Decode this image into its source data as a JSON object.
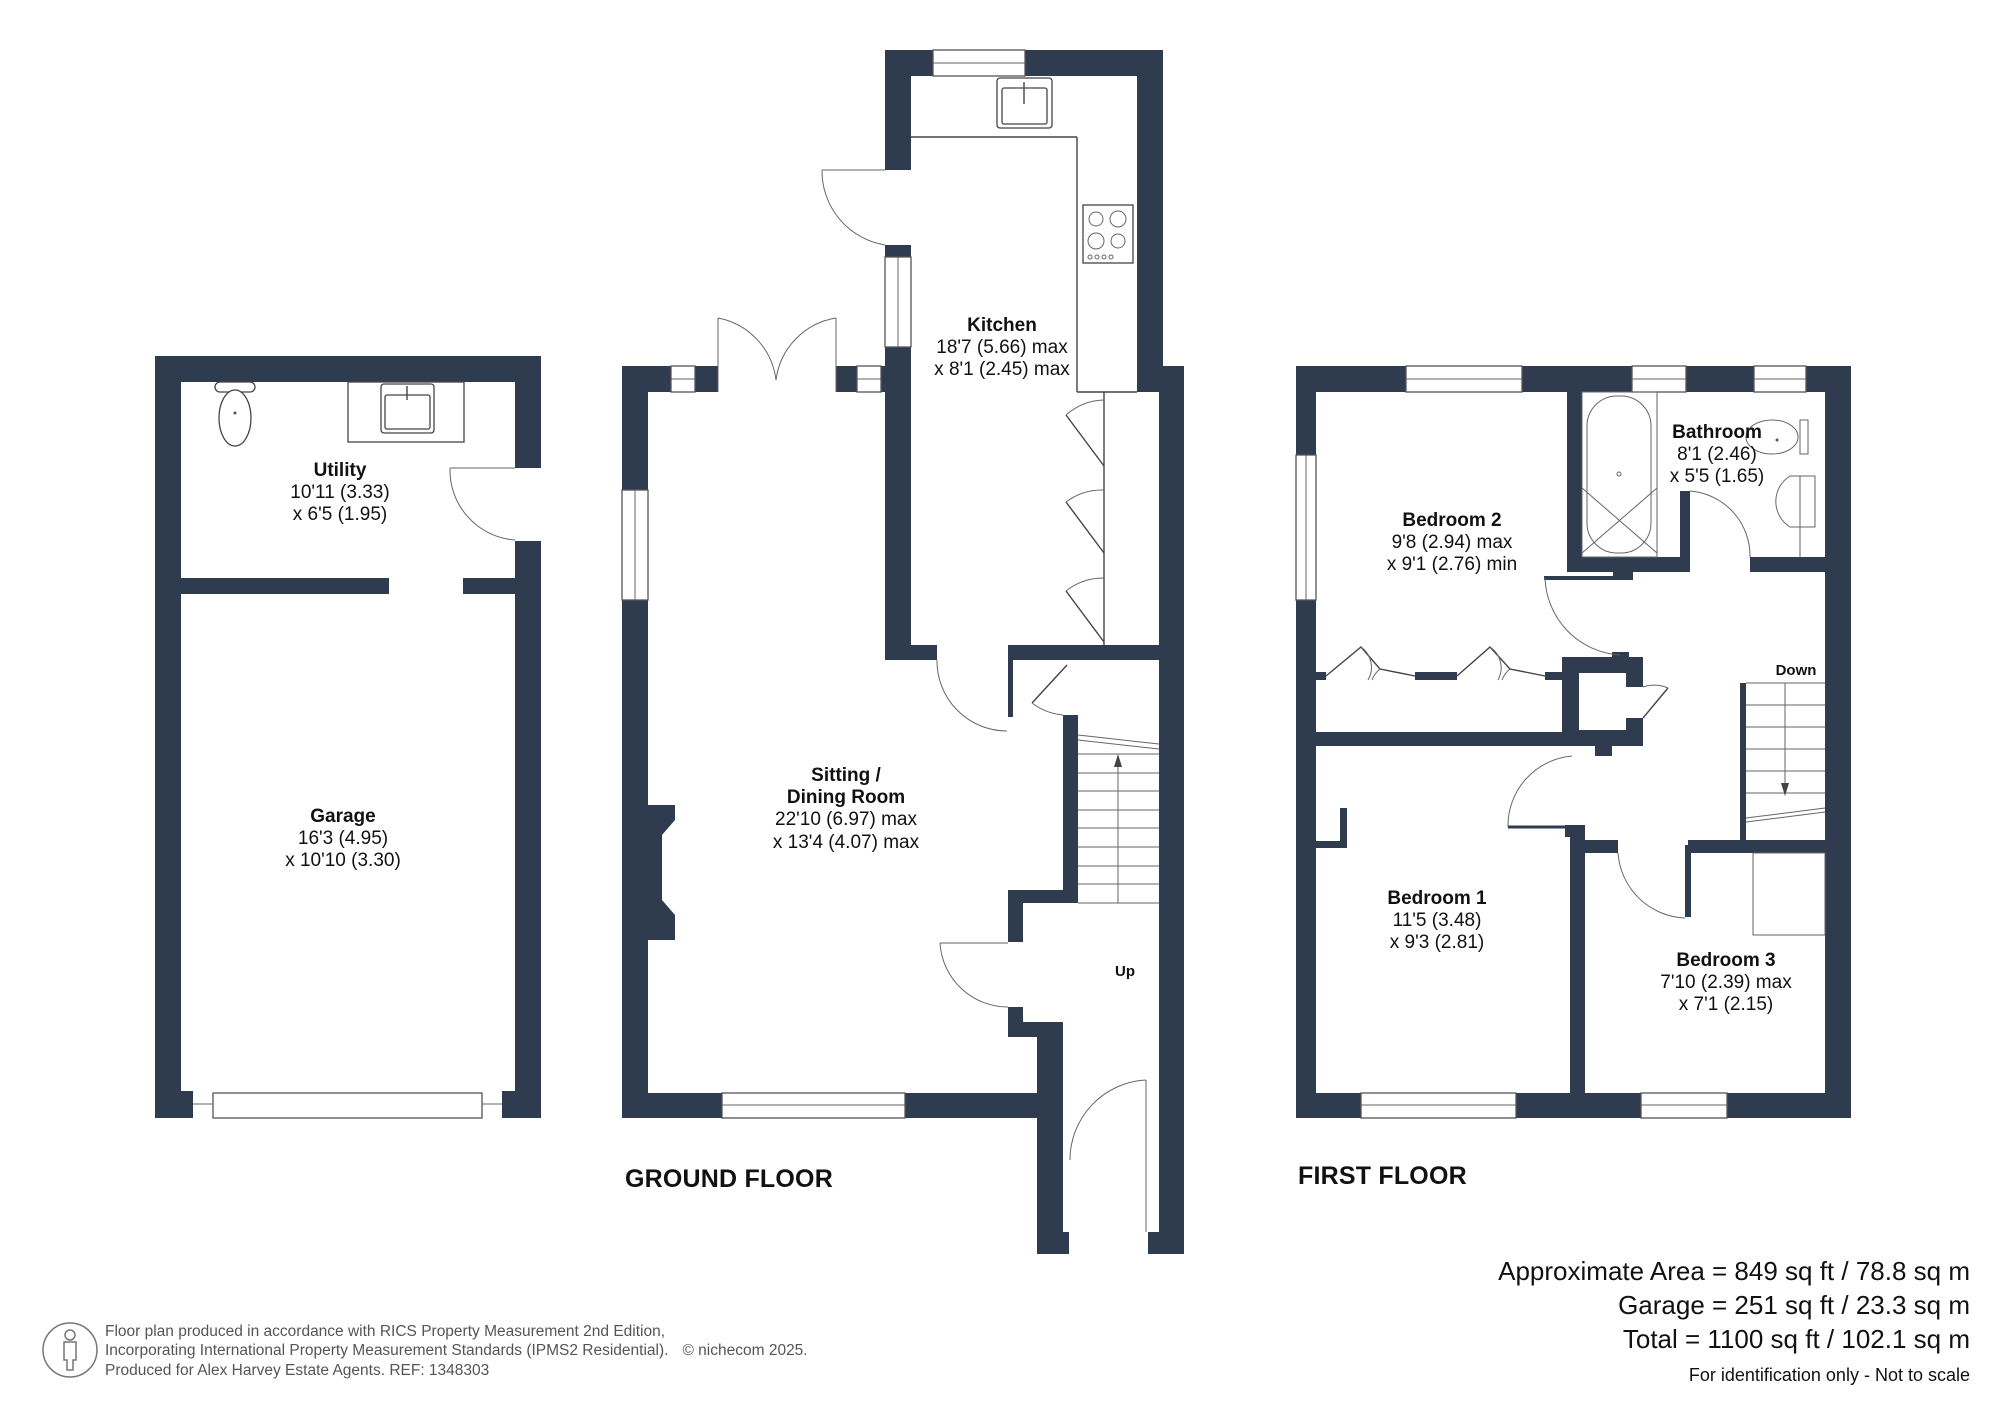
{
  "floors": {
    "ground": {
      "title": "GROUND FLOOR",
      "rooms": [
        {
          "name": "Kitchen",
          "dim1": "18'7 (5.66) max",
          "dim2": "x 8'1 (2.45) max"
        },
        {
          "name": "Sitting /",
          "name2": "Dining Room",
          "dim1": "22'10 (6.97) max",
          "dim2": "x 13'4 (4.07) max"
        }
      ],
      "stairs_label": "Up"
    },
    "outbuilding": {
      "rooms": [
        {
          "name": "Utility",
          "dim1": "10'11 (3.33)",
          "dim2": "x 6'5 (1.95)"
        },
        {
          "name": "Garage",
          "dim1": "16'3 (4.95)",
          "dim2": "x 10'10 (3.30)"
        }
      ]
    },
    "first": {
      "title": "FIRST FLOOR",
      "rooms": [
        {
          "name": "Bedroom 2",
          "dim1": "9'8 (2.94) max",
          "dim2": "x 9'1 (2.76) min"
        },
        {
          "name": "Bathroom",
          "dim1": "8'1 (2.46)",
          "dim2": "x 5'5 (1.65)"
        },
        {
          "name": "Bedroom 1",
          "dim1": "11'5 (3.48)",
          "dim2": "x 9'3 (2.81)"
        },
        {
          "name": "Bedroom 3",
          "dim1": "7'10 (2.39) max",
          "dim2": "x 7'1 (2.15)"
        }
      ],
      "stairs_label": "Down"
    }
  },
  "areas": {
    "approximate": "Approximate Area = 849 sq ft / 78.8 sq m",
    "garage": "Garage = 251 sq ft / 23.3 sq m",
    "total": "Total = 1100 sq ft / 102.1 sq m",
    "note": "For identification only - Not to scale"
  },
  "footer": {
    "line1": "Floor plan produced in accordance with RICS Property Measurement 2nd Edition,",
    "line2": "Incorporating International Property Measurement Standards (IPMS2 Residential).",
    "copyright": "© nichecom 2025.",
    "line3": "Produced for Alex Harvey Estate Agents.   REF: 1348303",
    "icon": "person-icon"
  },
  "colors": {
    "wall": "#2f3c50",
    "background": "#ffffff",
    "text": "#111111",
    "footer_text": "#555555"
  }
}
